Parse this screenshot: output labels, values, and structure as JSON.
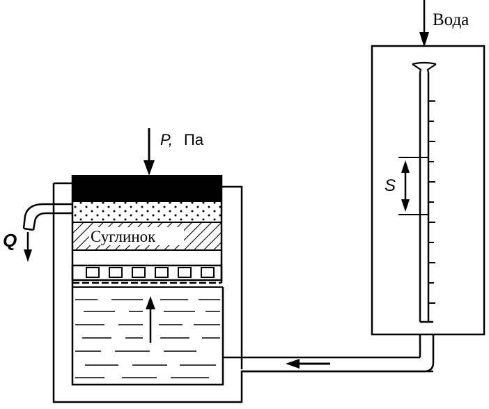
{
  "labels": {
    "water": "Вода",
    "pressure": "P, Па",
    "pressure_symbol": "P,",
    "pressure_unit": "Па",
    "soil": "Суглинок",
    "flow": "Q",
    "drop": "S"
  },
  "colors": {
    "ink": "#000000",
    "paper": "#ffffff"
  }
}
